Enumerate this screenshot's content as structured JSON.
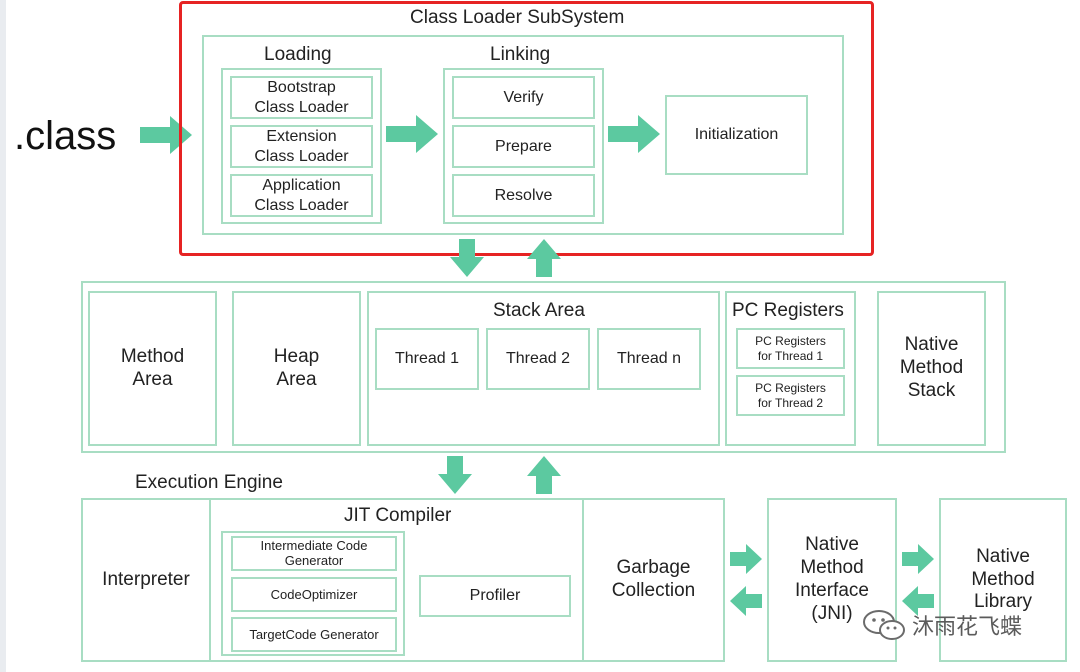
{
  "class_file": ".class",
  "class_loader_subsystem": {
    "title": "Class Loader SubSystem",
    "loading": {
      "title": "Loading",
      "items": [
        {
          "line1": "Bootstrap",
          "line2": "Class Loader"
        },
        {
          "line1": "Extension",
          "line2": "Class Loader"
        },
        {
          "line1": "Application",
          "line2": "Class Loader"
        }
      ]
    },
    "linking": {
      "title": "Linking",
      "items": [
        "Verify",
        "Prepare",
        "Resolve"
      ]
    },
    "initialization": "Initialization"
  },
  "runtime_data_areas": {
    "method_area": {
      "line1": "Method",
      "line2": "Area"
    },
    "heap_area": {
      "line1": "Heap",
      "line2": "Area"
    },
    "stack_area": {
      "title": "Stack Area",
      "threads": [
        "Thread 1",
        "Thread 2",
        "Thread n"
      ]
    },
    "pc_registers": {
      "title": "PC Registers",
      "items": [
        {
          "line1": "PC Registers",
          "line2": "for Thread 1"
        },
        {
          "line1": "PC Registers",
          "line2": "for Thread 2"
        }
      ]
    },
    "native_method_stack": {
      "line1": "Native",
      "line2": "Method",
      "line3": "Stack"
    }
  },
  "execution_engine": {
    "title": "Execution Engine",
    "interpreter": "Interpreter",
    "jit_compiler": {
      "title": "JIT Compiler",
      "intermediate": {
        "line1": "Intermediate Code",
        "line2": "Generator"
      },
      "optimizer": "CodeOptimizer",
      "target": "TargetCode Generator",
      "profiler": "Profiler"
    },
    "garbage_collection": {
      "line1": "Garbage",
      "line2": "Collection"
    }
  },
  "jni": {
    "line1": "Native",
    "line2": "Method",
    "line3": "Interface",
    "line4": "(JNI)"
  },
  "native_library": {
    "line1": "Native",
    "line2": "Method",
    "line3": "Library"
  },
  "watermark": "沐雨花飞蝶",
  "colors": {
    "border": "#a8ddc3",
    "arrow": "#5cc9a0",
    "highlight": "#e62323"
  }
}
